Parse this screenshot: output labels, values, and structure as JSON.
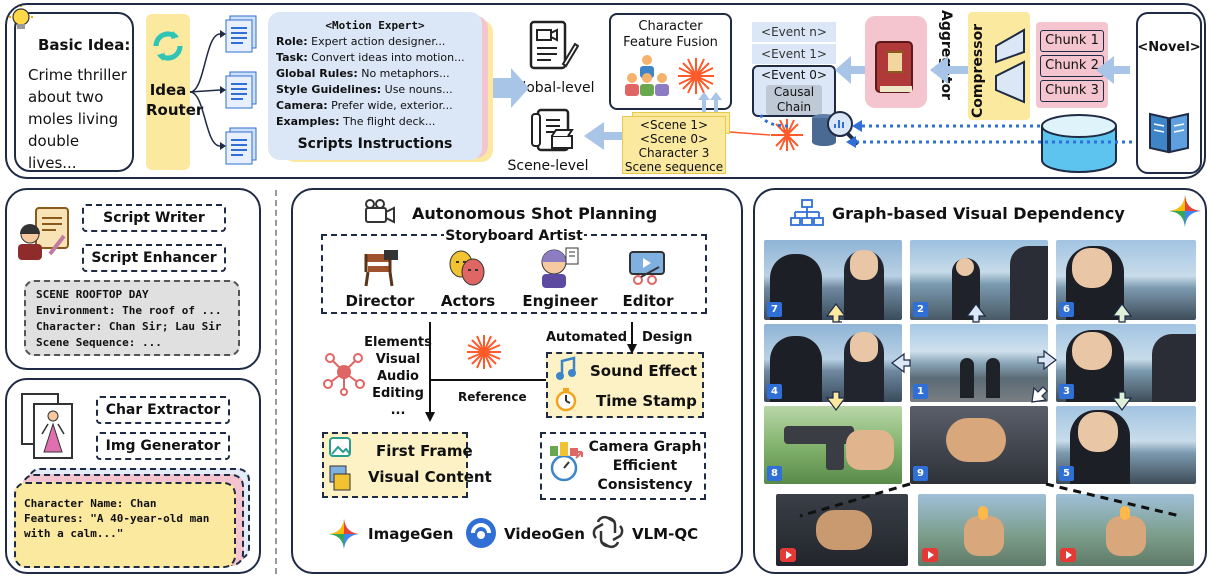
{
  "top": {
    "basic_idea_title": "Basic Idea:",
    "basic_idea_text": [
      "Crime thriller",
      "about two",
      "moles living",
      "double lives..."
    ],
    "idea_router": [
      "Idea",
      "Router"
    ],
    "motion_expert": {
      "header": "<Motion Expert>",
      "lines": [
        {
          "k": "Role:",
          "v": " Expert action designer..."
        },
        {
          "k": "Task:",
          "v": " Convert ideas into motion..."
        },
        {
          "k": "Global Rules:",
          "v": " No metaphors..."
        },
        {
          "k": "Style Guidelines:",
          "v": " Use nouns..."
        },
        {
          "k": "Camera:",
          "v": " Prefer wide, exterior..."
        },
        {
          "k": "Examples:",
          "v": " The flight deck..."
        }
      ],
      "footer": "Scripts Instructions"
    },
    "global_level": "Global-level",
    "scene_level": "Scene-level",
    "character_fusion": [
      "Character",
      "Feature Fusion"
    ],
    "scenes": [
      "<Scene 1>",
      "<Scene 0>",
      "Character 3",
      "Scene sequence"
    ],
    "events": [
      "<Event n>",
      "<Event 1>",
      "<Event 0>",
      "Causal",
      "Chain"
    ],
    "aggregator": "Aggregator",
    "compressor": "Compressor",
    "chunks": [
      "Chunk 1",
      "Chunk 2",
      "Chunk 3"
    ],
    "novel": "<Novel>"
  },
  "script_panel": {
    "writer": "Script Writer",
    "enhancer": "Script Enhancer",
    "lines": [
      {
        "k": "SCENE ROOFTOP DAY",
        "v": ""
      },
      {
        "k": "Environment:",
        "v": " The roof of ..."
      },
      {
        "k": "Character:",
        "v": " Chan Sir; Lau Sir"
      },
      {
        "k": "Scene Sequence:",
        "v": " ..."
      }
    ]
  },
  "char_panel": {
    "extractor": "Char Extractor",
    "img_gen": "Img Generator",
    "lines": [
      "Character Name: Chan",
      "Features: \"A 40-year-old man",
      "with a calm...\""
    ]
  },
  "shot_panel": {
    "title": "Autonomous Shot Planning",
    "storyboard": "Storyboard Artist",
    "roles": [
      "Director",
      "Actors",
      "Engineer",
      "Editor"
    ],
    "elements": [
      "Elements",
      "Visual",
      "Audio",
      "Editing",
      "..."
    ],
    "automated": "Automated",
    "design": "Design",
    "reference": "Reference",
    "sound_effect": "Sound Effect",
    "time_stamp": "Time Stamp",
    "first_frame": "First Frame",
    "visual_content": "Visual Content",
    "camera_graph": [
      "Camera Graph",
      "Efficient",
      "Consistency"
    ],
    "tools": [
      "ImageGen",
      "VideoGen",
      "VLM-QC"
    ]
  },
  "graph_panel": {
    "title": "Graph-based Visual Dependency",
    "frames": [
      "7",
      "2",
      "6",
      "4",
      "1",
      "3",
      "8",
      "9",
      "5"
    ]
  },
  "colors": {
    "border": "#1f2a44",
    "blue_box": "#dbe7f7",
    "yellow": "#fbe9a0",
    "pink": "#f4c4cf",
    "arrow_blue": "#a8c4e6",
    "accent_orange": "#ff5a2a"
  }
}
